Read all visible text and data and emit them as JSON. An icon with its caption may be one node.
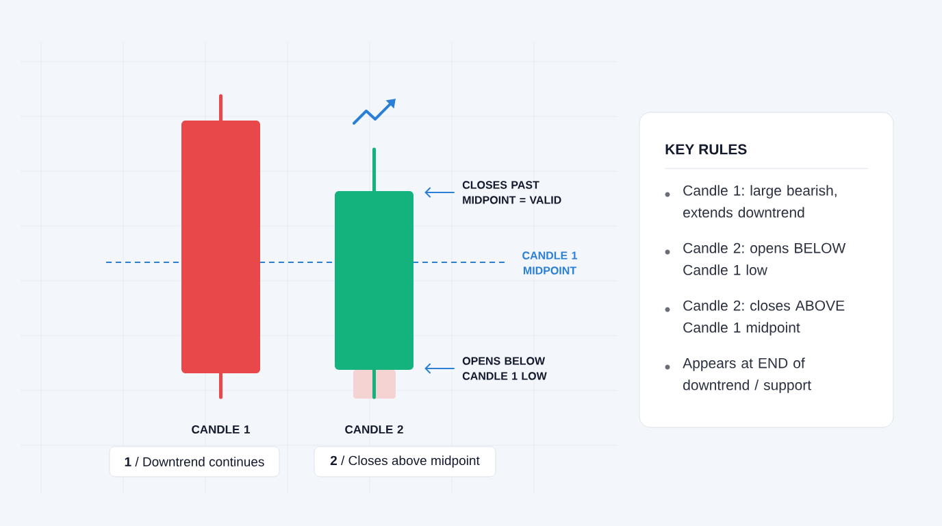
{
  "diagram": {
    "nodes": [
      {
        "text": [],
        "shape": "bar"
      },
      {
        "text": [],
        "shape": "bar"
      },
      {
        "text": [
          "CLOSES PAST MIDPOINT = VALID"
        ]
      },
      {
        "text": [
          "OPENS BELOW CANDLE 1 LOW"
        ]
      },
      {
        "text": [
          "KEY RULES",
          "Candle 1: large bearish, extends downtrend",
          "Candle 2: opens BELOW Candle 1 low",
          "Candle 2: closes ABOVE Candle 1 midpoint",
          "Appears at END of downtrend / support"
        ]
      },
      {
        "text": [
          "**1** / Downtrend continues"
        ]
      },
      {
        "text": [
          "**2** / Closes above midpoint"
        ]
      }
    ],
    "edges": [
      {
        "from": 2,
        "to": 1,
        "arrow": "to"
      },
      {
        "from": 3,
        "to": 1,
        "arrow": "to"
      }
    ],
    "labels": [
      "CANDLE 1 MIDPOINT",
      "CANDLE 1",
      "CANDLE 2"
    ]
  }
}
